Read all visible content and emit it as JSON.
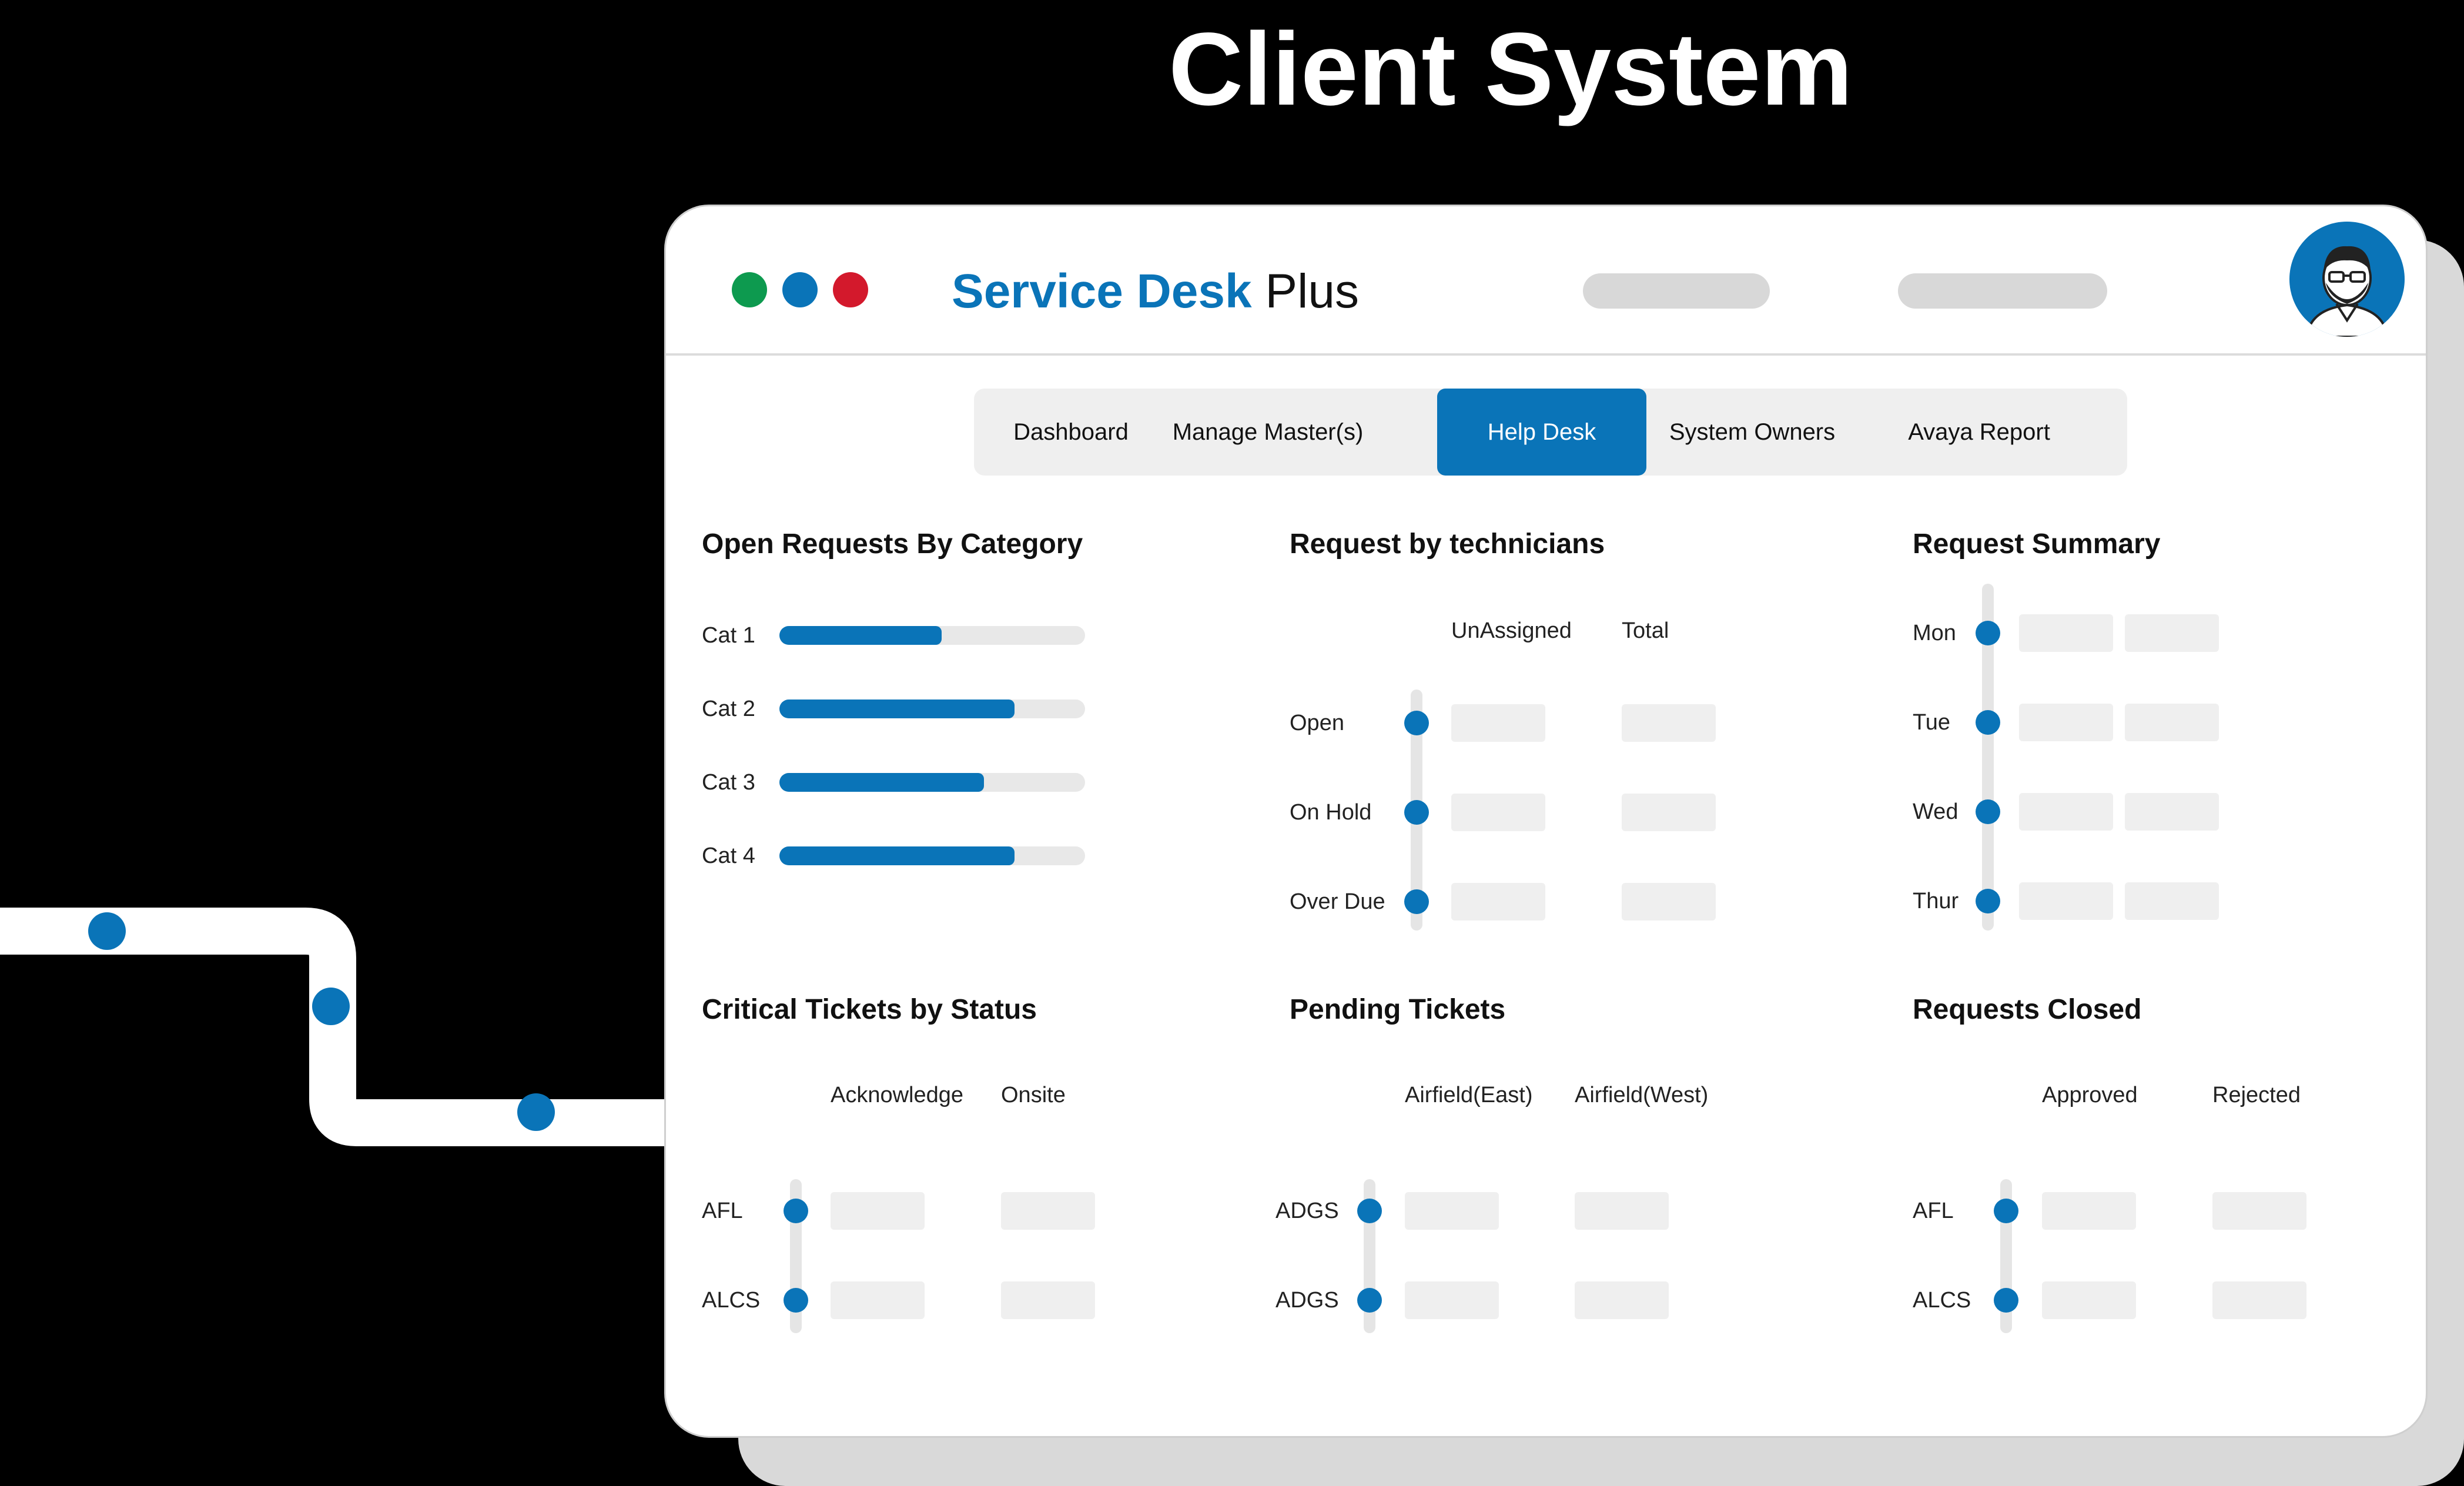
{
  "page": {
    "headline": "Client System"
  },
  "colors": {
    "accent": "#0a74b8",
    "green": "#0d9a4f",
    "red": "#d3192c",
    "track": "#e5e5e5",
    "placeholder": "#efefef"
  },
  "window": {
    "brand_primary": "Service Desk",
    "brand_secondary": "Plus",
    "avatar_icon": "user-avatar-icon"
  },
  "nav": {
    "tabs": [
      {
        "label": "Dashboard",
        "active": false
      },
      {
        "label": "Manage Master(s)",
        "active": false
      },
      {
        "label": "Help Desk",
        "active": true
      },
      {
        "label": "System Owners",
        "active": false
      },
      {
        "label": "Avaya Report",
        "active": false
      }
    ]
  },
  "open_requests": {
    "title": "Open Requests By Category",
    "items": [
      {
        "label": "Cat 1",
        "fill_fraction": 0.53
      },
      {
        "label": "Cat 2",
        "fill_fraction": 0.77
      },
      {
        "label": "Cat 3",
        "fill_fraction": 0.67
      },
      {
        "label": "Cat 4",
        "fill_fraction": 0.77
      }
    ]
  },
  "technicians": {
    "title": "Request by technicians",
    "columns": [
      "UnAssigned",
      "Total"
    ],
    "rows": [
      "Open",
      "On Hold",
      "Over Due"
    ]
  },
  "summary": {
    "title": "Request Summary",
    "rows": [
      "Mon",
      "Tue",
      "Wed",
      "Thur"
    ]
  },
  "critical": {
    "title": "Critical Tickets by Status",
    "columns": [
      "Acknowledge",
      "Onsite"
    ],
    "rows": [
      "AFL",
      "ALCS"
    ]
  },
  "pending": {
    "title": "Pending Tickets",
    "columns": [
      "Airfield(East)",
      "Airfield(West)"
    ],
    "rows": [
      "ADGS",
      "ADGS"
    ]
  },
  "closed": {
    "title": "Requests Closed",
    "columns": [
      "Approved",
      "Rejected"
    ],
    "rows": [
      "AFL",
      "ALCS"
    ]
  }
}
